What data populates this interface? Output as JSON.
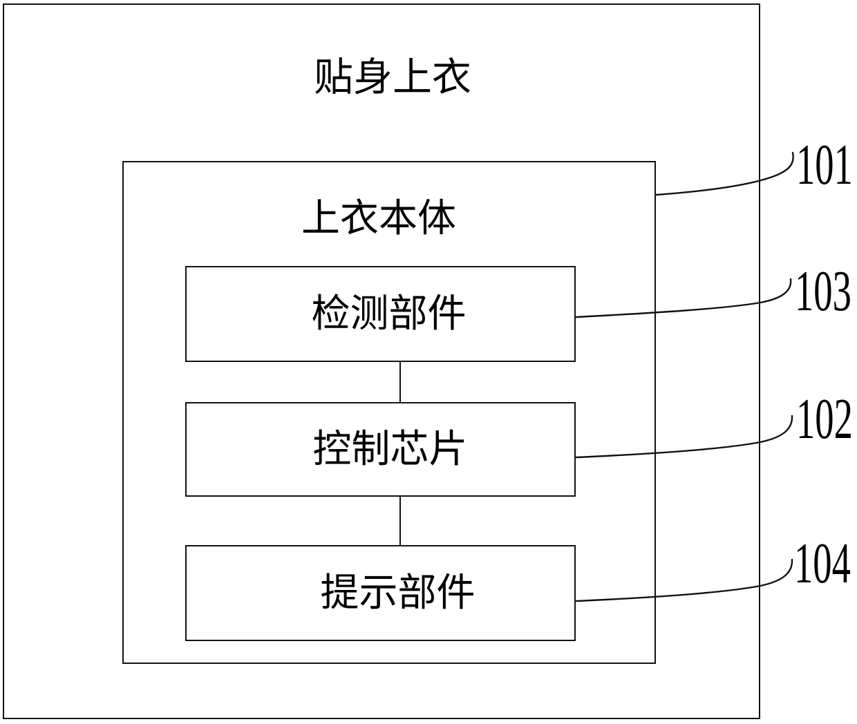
{
  "figure_title": "贴身上衣",
  "inner_module": {
    "label": "上衣本体",
    "ref": "101"
  },
  "components": [
    {
      "label": "检测部件",
      "ref": "103"
    },
    {
      "label": "控制芯片",
      "ref": "102"
    },
    {
      "label": "提示部件",
      "ref": "104"
    }
  ],
  "colors": {
    "line": "#111111",
    "text": "#000000",
    "background": "#ffffff"
  }
}
